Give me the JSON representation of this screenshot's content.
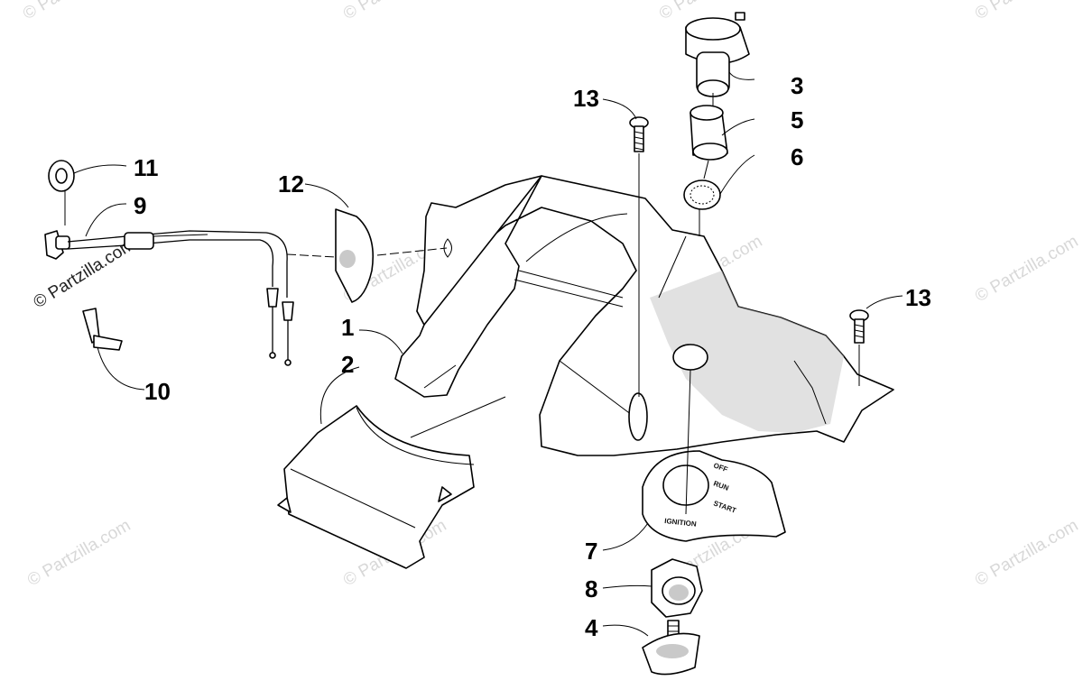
{
  "callouts": {
    "c1": "1",
    "c2": "2",
    "c3": "3",
    "c4": "4",
    "c5": "5",
    "c6": "6",
    "c7": "7",
    "c8": "8",
    "c9": "9",
    "c10": "10",
    "c11": "11",
    "c12": "12",
    "c13a": "13",
    "c13b": "13"
  },
  "bezel_text": {
    "off": "OFF",
    "run": "RUN",
    "start": "START",
    "ignition": "IGNITION"
  },
  "watermark": {
    "text": "© Partzilla.com",
    "diagonal": "© Partzilla.com"
  }
}
